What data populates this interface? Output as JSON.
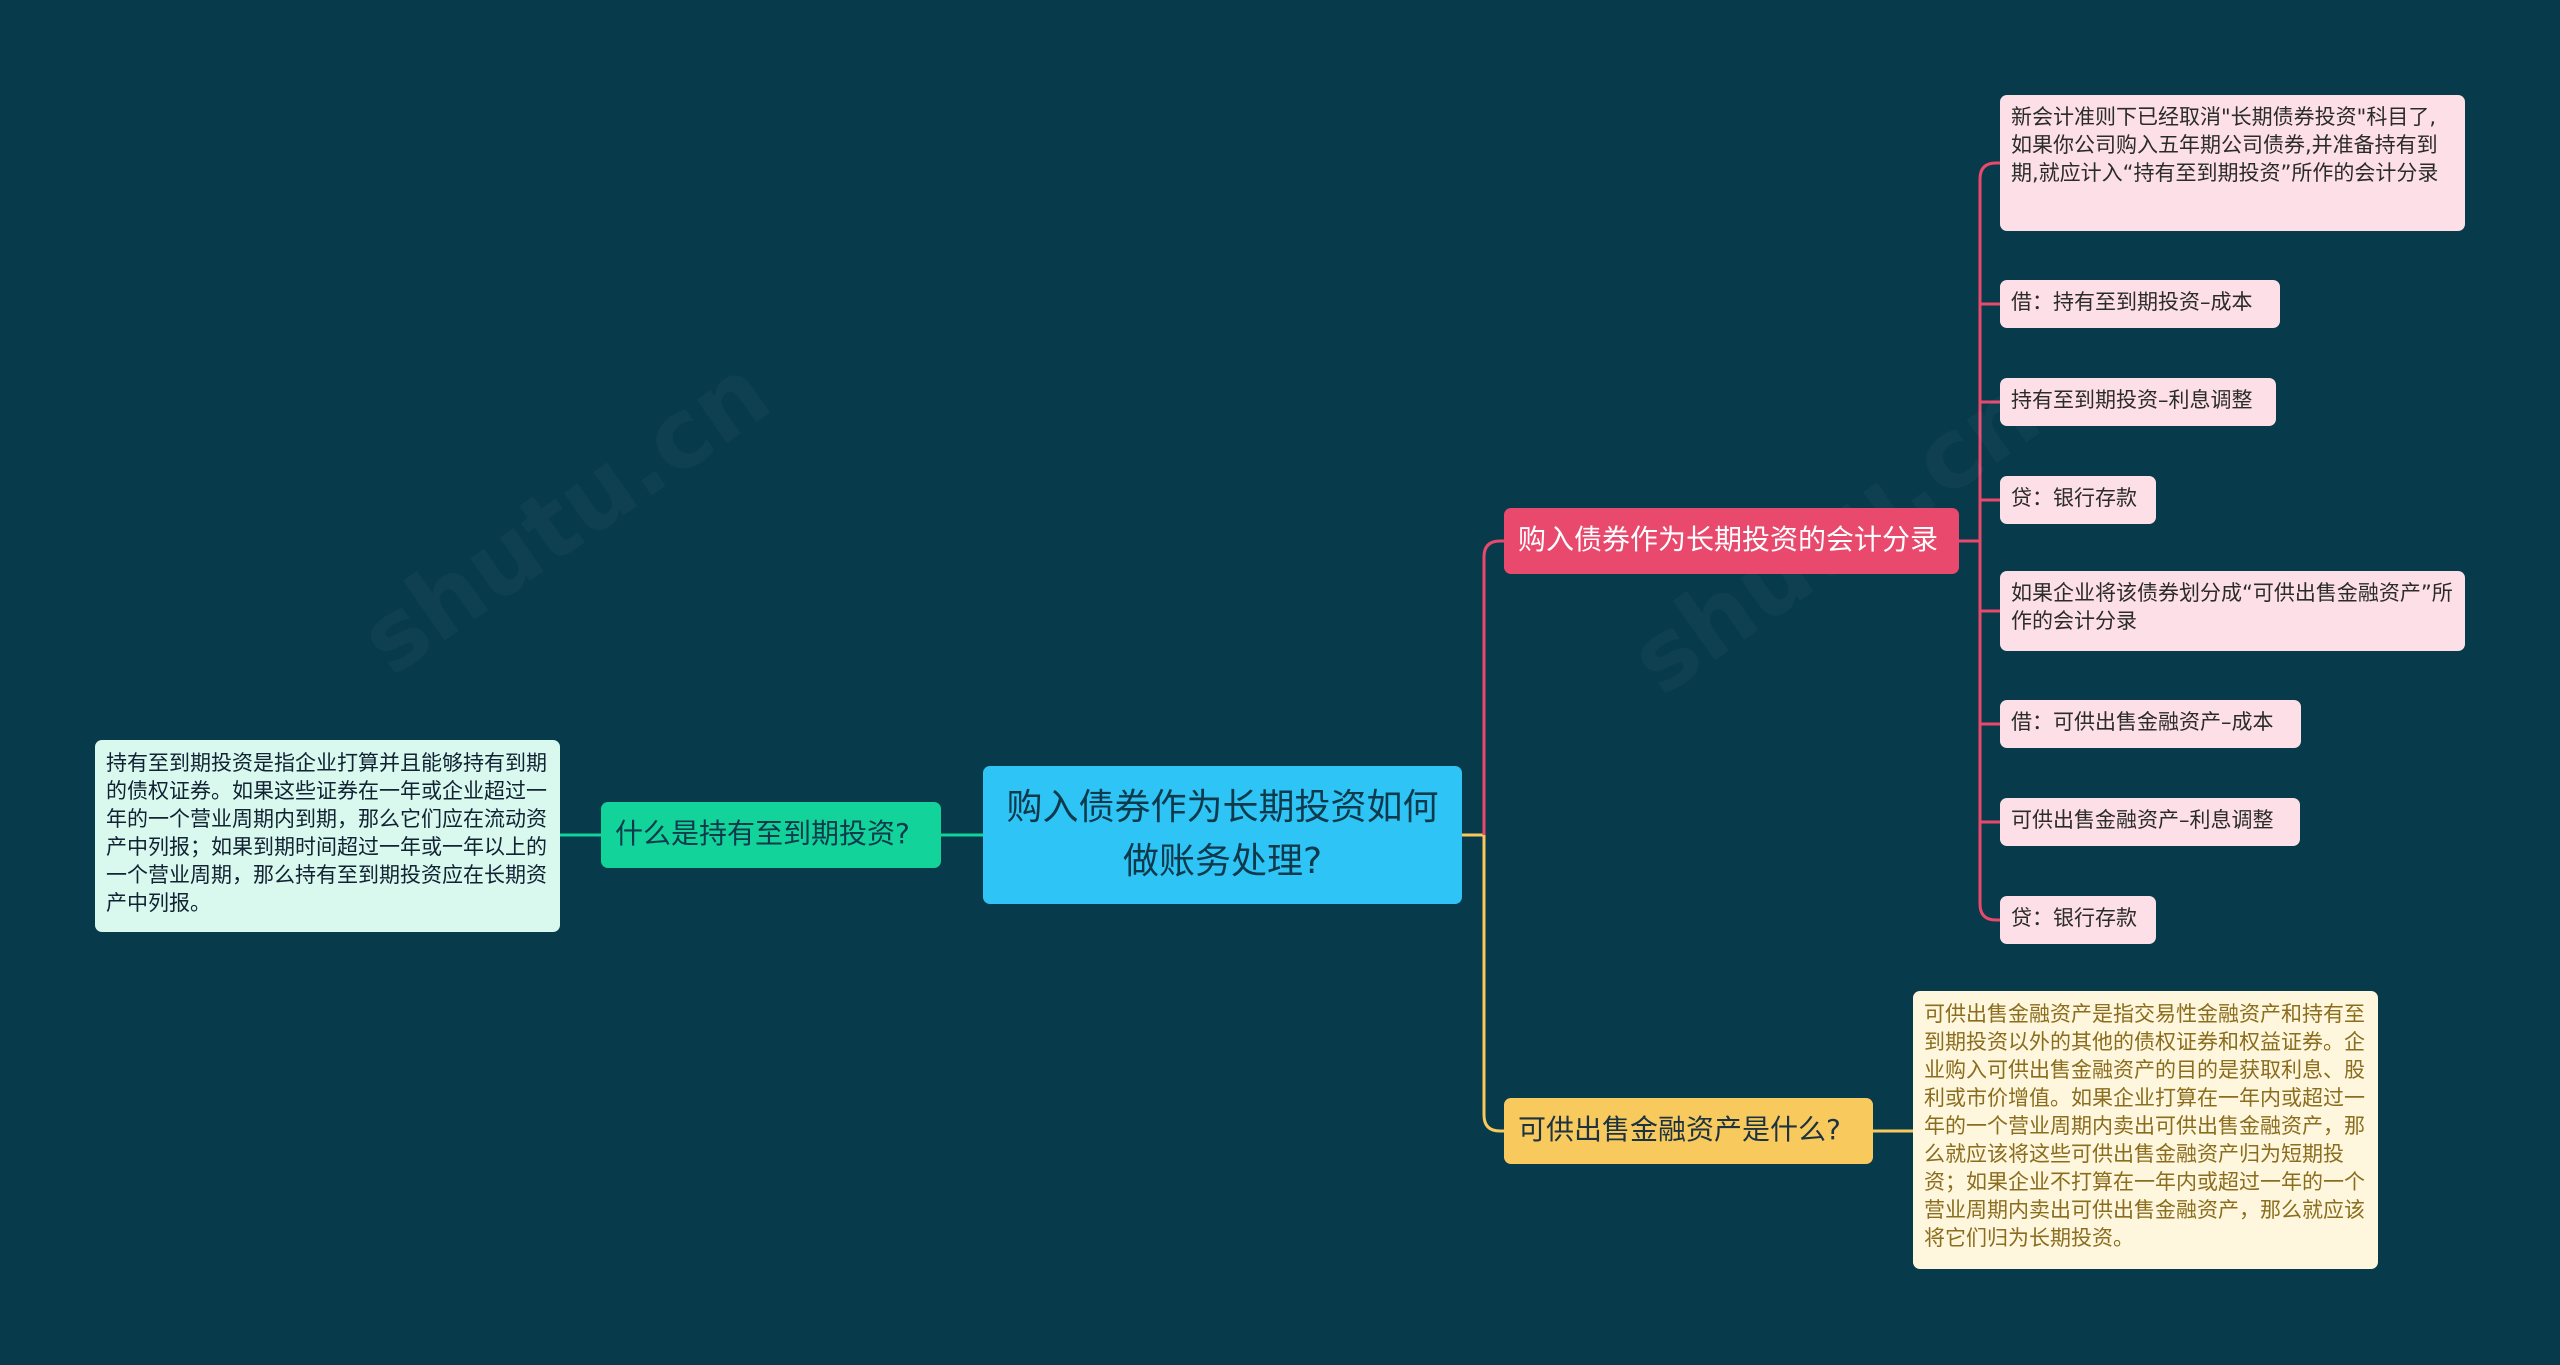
{
  "mindmap": {
    "root": "购入债券作为长期投资如何做账务处理?",
    "left_branch": {
      "label": "什么是持有至到期投资?",
      "detail": "持有至到期投资是指企业打算并且能够持有到期的债权证券。如果这些证券在一年或企业超过一年的一个营业周期内到期，那么它们应在流动资产中列报；如果到期时间超过一年或一年以上的一个营业周期，那么持有至到期投资应在长期资产中列报。"
    },
    "right_branch_1": {
      "label": "购入债券作为长期投资的会计分录",
      "items": [
        "新会计准则下已经取消\"长期债券投资\"科目了,如果你公司购入五年期公司债券,并准备持有到期,就应计入“持有至到期投资”所作的会计分录",
        "借：持有至到期投资–成本",
        "持有至到期投资–利息调整",
        "贷：银行存款",
        "如果企业将该债券划分成“可供出售金融资产”所作的会计分录",
        "借：可供出售金融资产–成本",
        "可供出售金融资产–利息调整",
        "贷：银行存款"
      ]
    },
    "right_branch_2": {
      "label": "可供出售金融资产是什么?",
      "detail": "可供出售金融资产是指交易性金融资产和持有至到期投资以外的其他的债权证券和权益证券。企业购入可供出售金融资产的目的是获取利息、股利或市价增值。如果企业打算在一年内或超过一年的一个营业周期内卖出可供出售金融资产，那么就应该将这些可供出售金融资产归为短期投资；如果企业不打算在一年内或超过一年的一个营业周期内卖出可供出售金融资产，那么就应该将它们归为长期投资。"
    }
  },
  "colors": {
    "background": "#073a4b",
    "root": "#2ec4f5",
    "green": "#12d39a",
    "red": "#e8496d",
    "yellow": "#f8ca5e"
  }
}
